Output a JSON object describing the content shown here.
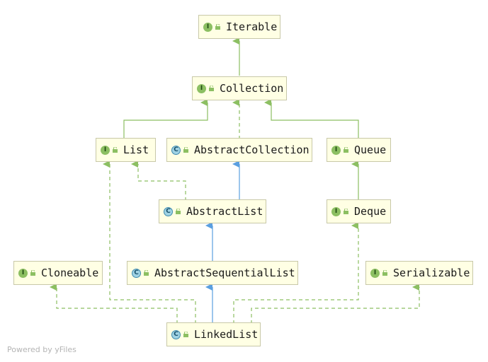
{
  "nodes": {
    "iterable": {
      "label": "Iterable",
      "kind": "I"
    },
    "collection": {
      "label": "Collection",
      "kind": "I"
    },
    "list": {
      "label": "List",
      "kind": "I"
    },
    "abstract_collection": {
      "label": "AbstractCollection",
      "kind": "C"
    },
    "queue": {
      "label": "Queue",
      "kind": "I"
    },
    "abstract_list": {
      "label": "AbstractList",
      "kind": "C"
    },
    "deque": {
      "label": "Deque",
      "kind": "I"
    },
    "cloneable": {
      "label": "Cloneable",
      "kind": "I"
    },
    "abstract_sequential_list": {
      "label": "AbstractSequentialList",
      "kind": "C"
    },
    "serializable": {
      "label": "Serializable",
      "kind": "I"
    },
    "linked_list": {
      "label": "LinkedList",
      "kind": "C"
    }
  },
  "edges": [
    {
      "from": "collection",
      "to": "iterable",
      "style": "extends-interface"
    },
    {
      "from": "list",
      "to": "collection",
      "style": "extends-interface"
    },
    {
      "from": "abstract_collection",
      "to": "collection",
      "style": "implements"
    },
    {
      "from": "queue",
      "to": "collection",
      "style": "extends-interface"
    },
    {
      "from": "abstract_list",
      "to": "abstract_collection",
      "style": "extends-class"
    },
    {
      "from": "abstract_list",
      "to": "list",
      "style": "implements"
    },
    {
      "from": "deque",
      "to": "queue",
      "style": "extends-interface"
    },
    {
      "from": "abstract_sequential_list",
      "to": "abstract_list",
      "style": "extends-class"
    },
    {
      "from": "linked_list",
      "to": "abstract_sequential_list",
      "style": "extends-class"
    },
    {
      "from": "linked_list",
      "to": "list",
      "style": "implements"
    },
    {
      "from": "linked_list",
      "to": "deque",
      "style": "implements"
    },
    {
      "from": "linked_list",
      "to": "cloneable",
      "style": "implements"
    },
    {
      "from": "linked_list",
      "to": "serializable",
      "style": "implements"
    }
  ],
  "colors": {
    "interface_edge": "#8cbf62",
    "class_edge": "#5a9fe0",
    "node_fill": "#ffffe4"
  },
  "footer": "Powered by yFiles"
}
